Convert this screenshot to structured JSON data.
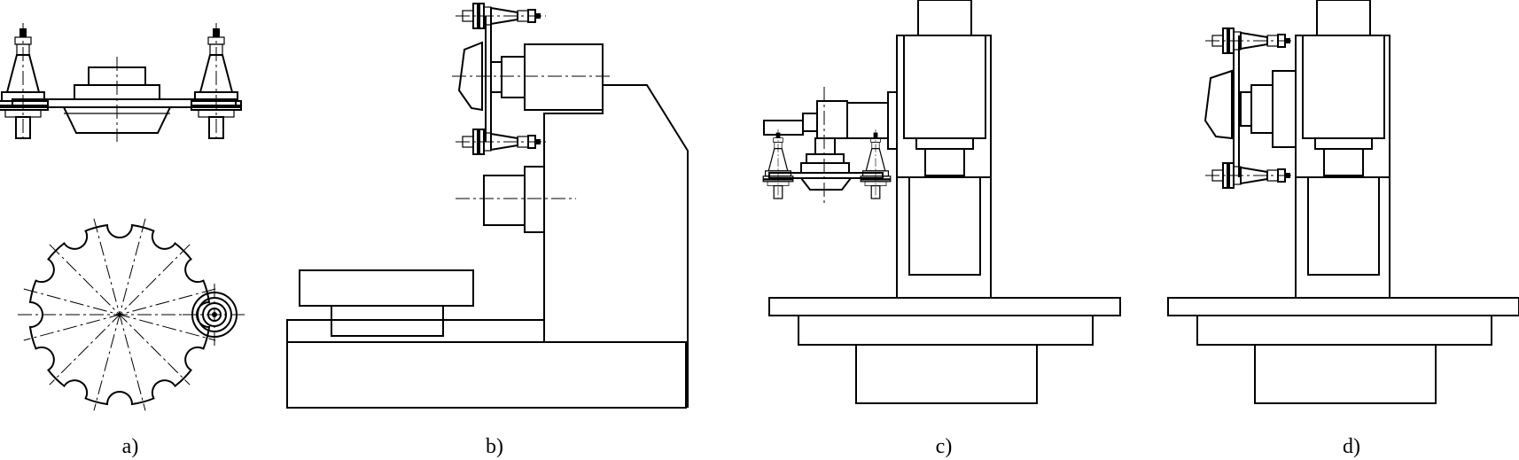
{
  "figure": {
    "panels": [
      {
        "id": "a",
        "label": "a)"
      },
      {
        "id": "b",
        "label": "b)"
      },
      {
        "id": "c",
        "label": "c)"
      },
      {
        "id": "d",
        "label": "d)"
      }
    ]
  }
}
